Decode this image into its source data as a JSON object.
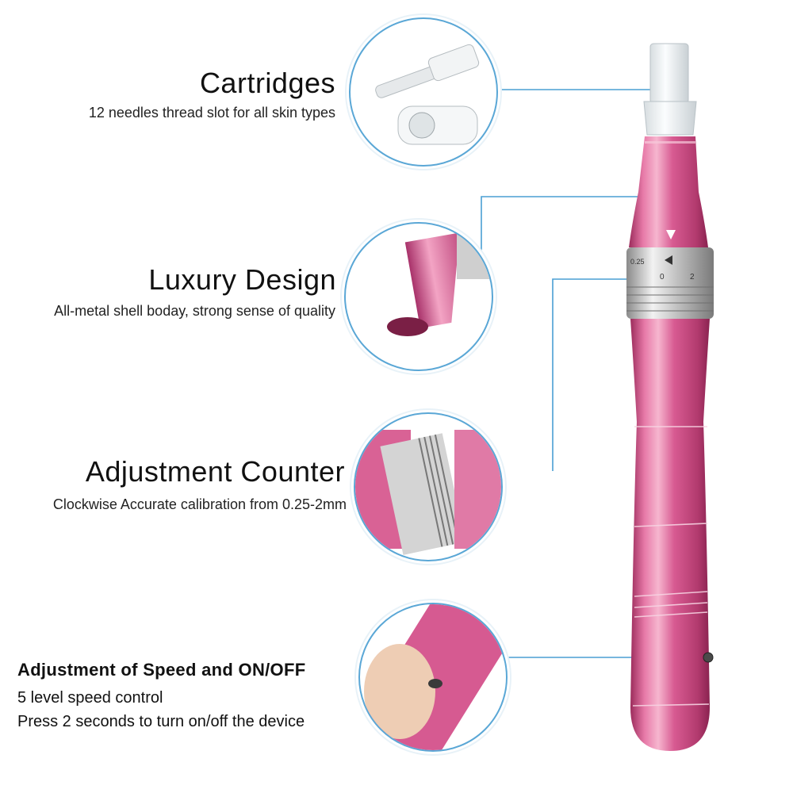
{
  "features": [
    {
      "title": "Cartridges",
      "subtitle": "12 needles thread slot for all skin types"
    },
    {
      "title": "Luxury Design",
      "subtitle": "All-metal shell boday, strong sense of quality"
    },
    {
      "title": "Adjustment Counter",
      "subtitle": "Clockwise Accurate  calibration from 0.25-2mm"
    },
    {
      "title": "Adjustment of Speed and ON/OFF",
      "subtitle_line1": "5 level speed control",
      "subtitle_line2": "Press 2 seconds to turn on/off the device"
    }
  ],
  "dial_marks": [
    "0.25",
    "0",
    "2"
  ],
  "colors": {
    "accent_line": "#4a9fd4",
    "pen_pink": "#d25a8f",
    "metal": "#c8c8c8"
  }
}
